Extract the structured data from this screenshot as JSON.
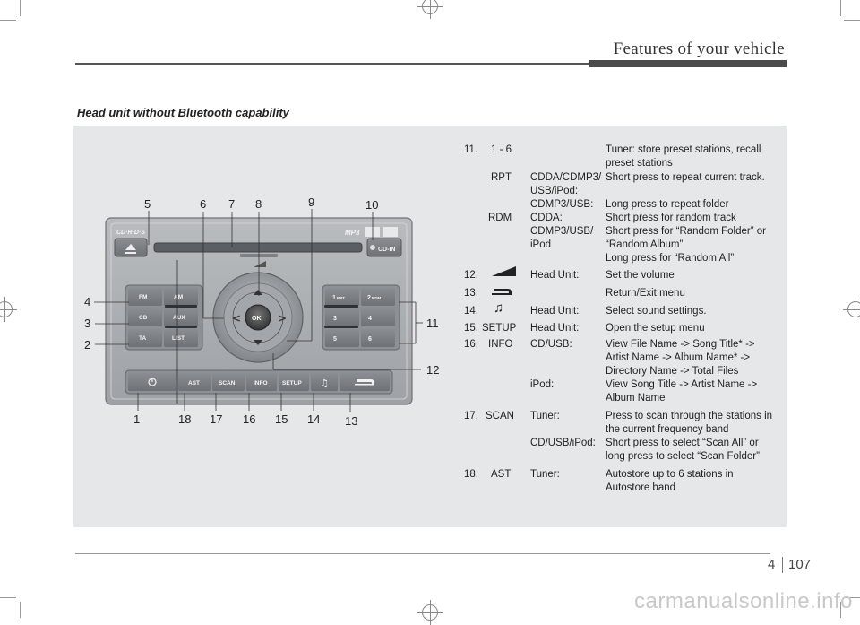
{
  "header": {
    "title": "Features of your vehicle"
  },
  "section": {
    "title": "Head unit without Bluetooth capability"
  },
  "unit_labels": {
    "cd_rds": "CD·R·D·S",
    "mp3": "MP3",
    "cd_in": "CD-IN",
    "fm": "FM",
    "am": "AM",
    "cd": "CD",
    "aux": "AUX",
    "ta": "TA",
    "list": "LIST",
    "preset1": "1",
    "rpt": "RPT",
    "preset2": "2",
    "rdm": "RDM",
    "preset3": "3",
    "preset4": "4",
    "preset5": "5",
    "preset6": "6",
    "ok": "OK",
    "ast": "AST",
    "scan": "SCAN",
    "info": "INFO",
    "setup": "SETUP"
  },
  "callouts": [
    "1",
    "2",
    "3",
    "4",
    "5",
    "6",
    "7",
    "8",
    "9",
    "10",
    "11",
    "12",
    "13",
    "14",
    "15",
    "16",
    "17",
    "18"
  ],
  "items": {
    "i11": {
      "num": "11.",
      "key": "1 - 6",
      "desc1": "Tuner: store preset stations, recall",
      "desc2": "preset stations"
    },
    "rpt": {
      "key": "RPT",
      "src1": "CDDA/CDMP3/",
      "src2": "USB/iPod:",
      "desc": "Short press to repeat current track."
    },
    "rpt2": {
      "src": "CDMP3/USB:",
      "desc": "Long press to repeat folder"
    },
    "rdm": {
      "key": "RDM",
      "src": "CDDA:",
      "desc": "Short press for random track"
    },
    "rdm2": {
      "src1": "CDMP3/USB/",
      "src2": "iPod",
      "desc1": "Short press for “Random Folder” or",
      "desc2": "“Random Album”",
      "desc3": "Long press for “Random All”"
    },
    "i12": {
      "num": "12.",
      "src": "Head Unit:",
      "desc": "Set the volume"
    },
    "i13": {
      "num": "13.",
      "desc": "Return/Exit menu"
    },
    "i14": {
      "num": "14.",
      "src": "Head Unit:",
      "desc": "Select sound settings."
    },
    "i15": {
      "num": "15.",
      "key": "SETUP",
      "src": "Head Unit:",
      "desc": "Open the setup menu"
    },
    "i16": {
      "num": "16.",
      "key": "INFO",
      "src": "CD/USB:",
      "desc1": "View File Name -> Song Title* ->",
      "desc2": "Artist Name -> Album Name* ->",
      "desc3": "Directory Name -> Total Files"
    },
    "i16b": {
      "src": "iPod:",
      "desc1": "View Song Title -> Artist Name ->",
      "desc2": "Album Name"
    },
    "i17": {
      "num": "17.",
      "key": "SCAN",
      "src": "Tuner:",
      "desc1": "Press to scan through the stations in",
      "desc2": "the current frequency band"
    },
    "i17b": {
      "src": "CD/USB/iPod:",
      "desc1": "Short press to select “Scan All” or",
      "desc2": "long press to select “Scan Folder”"
    },
    "i18": {
      "num": "18.",
      "key": "AST",
      "src": "Tuner:",
      "desc1": "Autostore up to 6 stations in",
      "desc2": "Autostore band"
    }
  },
  "footer": {
    "chapter": "4",
    "page": "107"
  },
  "watermark": "carmanualsonline.info"
}
